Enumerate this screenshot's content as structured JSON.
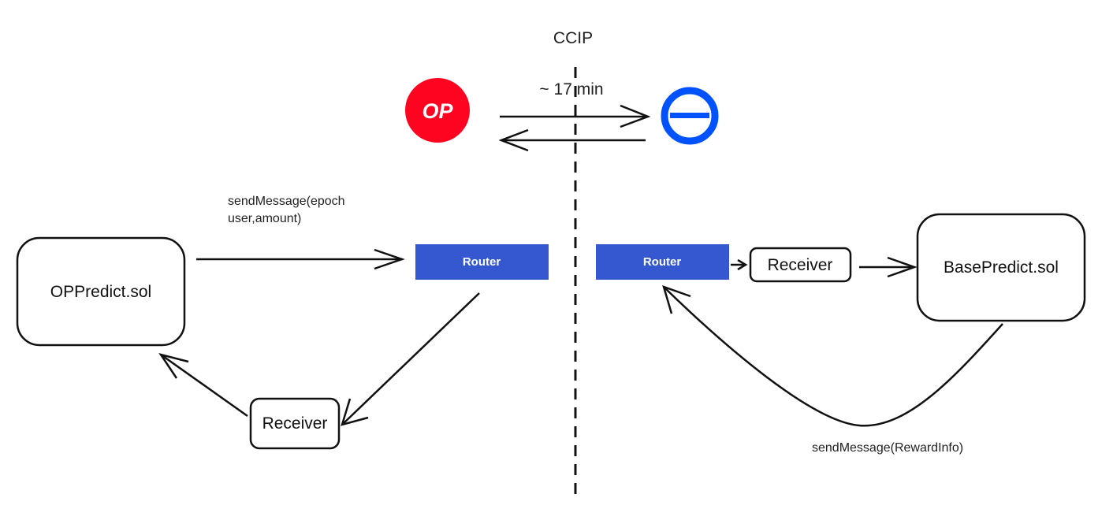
{
  "title": "CCIP",
  "latency_label": "~ 17  min",
  "chains": {
    "left": {
      "logo_text": "OP",
      "color": "#FF0420"
    },
    "right": {
      "color": "#0052FF"
    }
  },
  "contracts": {
    "op_predict": "OPPredict.sol",
    "base_predict": "BasePredict.sol"
  },
  "routers": {
    "left_label": "Router",
    "right_label": "Router",
    "color": "#3558D1"
  },
  "receivers": {
    "left_label": "Receiver",
    "right_label": "Receiver"
  },
  "messages": {
    "op_send_line1": "sendMessage(epoch",
    "op_send_line2": "user,amount)",
    "base_send": "sendMessage(RewardInfo)"
  }
}
